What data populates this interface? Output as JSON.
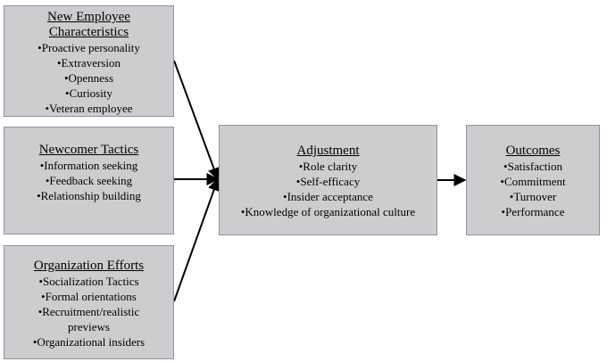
{
  "boxes": {
    "employee": {
      "title": [
        "New Employee",
        "Characteristics"
      ],
      "items": [
        "•Proactive personality",
        "•Extraversion",
        "•Openness",
        "•Curiosity",
        "•Veteran employee"
      ]
    },
    "tactics": {
      "title": [
        "Newcomer Tactics"
      ],
      "items": [
        "•Information seeking",
        "•Feedback seeking",
        "•Relationship building"
      ]
    },
    "organization": {
      "title": [
        "Organization Efforts"
      ],
      "items": [
        "•Socialization Tactics",
        "•Formal orientations",
        "•Recruitment/realistic previews",
        "•Organizational insiders"
      ]
    },
    "adjustment": {
      "title": [
        "Adjustment"
      ],
      "items": [
        "•Role clarity",
        "•Self-efficacy",
        "•Insider acceptance",
        "•Knowledge of  organizational culture"
      ]
    },
    "outcomes": {
      "title": [
        "Outcomes"
      ],
      "items": [
        "•Satisfaction",
        "•Commitment",
        "•Turnover",
        "•Performance"
      ]
    }
  },
  "colors": {
    "box_fill": "#cdcdcf",
    "box_border": "#8a93a8",
    "arrow": "#000000"
  }
}
